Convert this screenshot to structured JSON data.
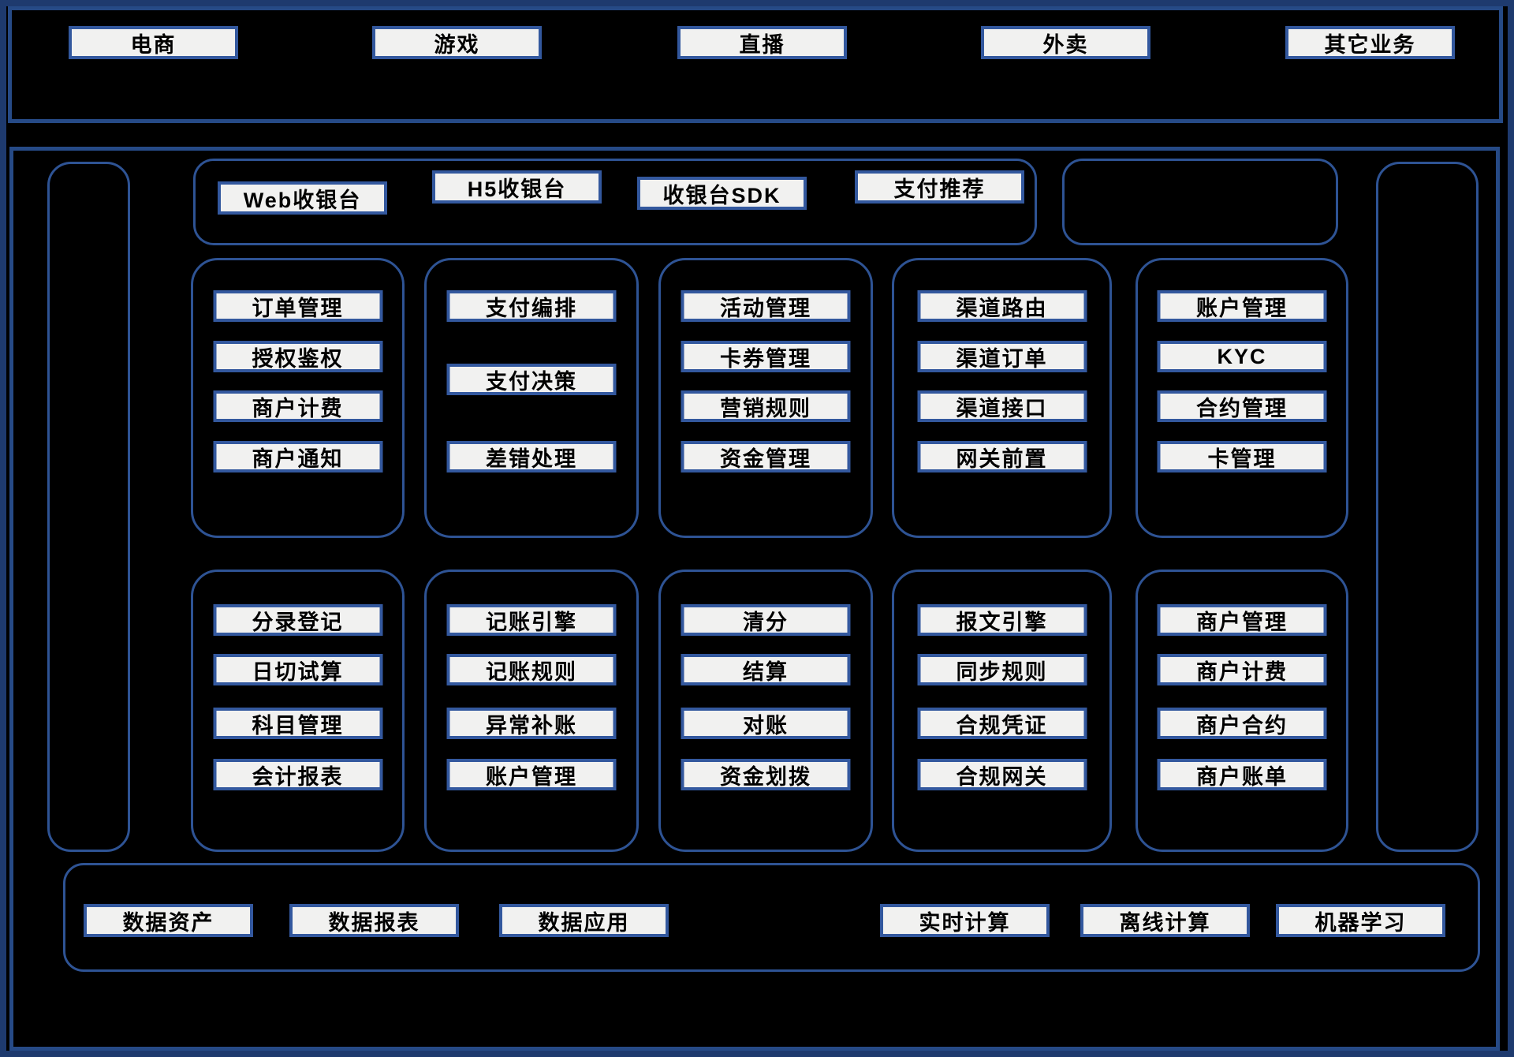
{
  "diagram": {
    "top_businesses": [
      "电商",
      "游戏",
      "直播",
      "外卖",
      "其它业务"
    ],
    "cashier_items": [
      "Web收银台",
      "H5收银台",
      "收银台SDK",
      "支付推荐"
    ],
    "upper_columns": [
      {
        "items": [
          "订单管理",
          "授权鉴权",
          "商户计费",
          "商户通知"
        ]
      },
      {
        "items": [
          "支付编排",
          "支付决策",
          "差错处理"
        ]
      },
      {
        "items": [
          "活动管理",
          "卡券管理",
          "营销规则",
          "资金管理"
        ]
      },
      {
        "items": [
          "渠道路由",
          "渠道订单",
          "渠道接口",
          "网关前置"
        ]
      },
      {
        "items": [
          "账户管理",
          "KYC",
          "合约管理",
          "卡管理"
        ]
      }
    ],
    "lower_columns": [
      {
        "items": [
          "分录登记",
          "日切试算",
          "科目管理",
          "会计报表"
        ]
      },
      {
        "items": [
          "记账引擎",
          "记账规则",
          "异常补账",
          "账户管理"
        ]
      },
      {
        "items": [
          "清分",
          "结算",
          "对账",
          "资金划拨"
        ]
      },
      {
        "items": [
          "报文引擎",
          "同步规则",
          "合规凭证",
          "合规网关"
        ]
      },
      {
        "items": [
          "商户管理",
          "商户计费",
          "商户合约",
          "商户账单"
        ]
      }
    ],
    "data_items_left": [
      "数据资产",
      "数据报表",
      "数据应用"
    ],
    "data_items_right": [
      "实时计算",
      "离线计算",
      "机器学习"
    ],
    "colors": {
      "background": "#000000",
      "frame": "#1e3a6e",
      "panel_border": "#2e5394",
      "box_border": "#33589e",
      "box_fill": "#f1f1f0",
      "text": "#000000"
    }
  }
}
